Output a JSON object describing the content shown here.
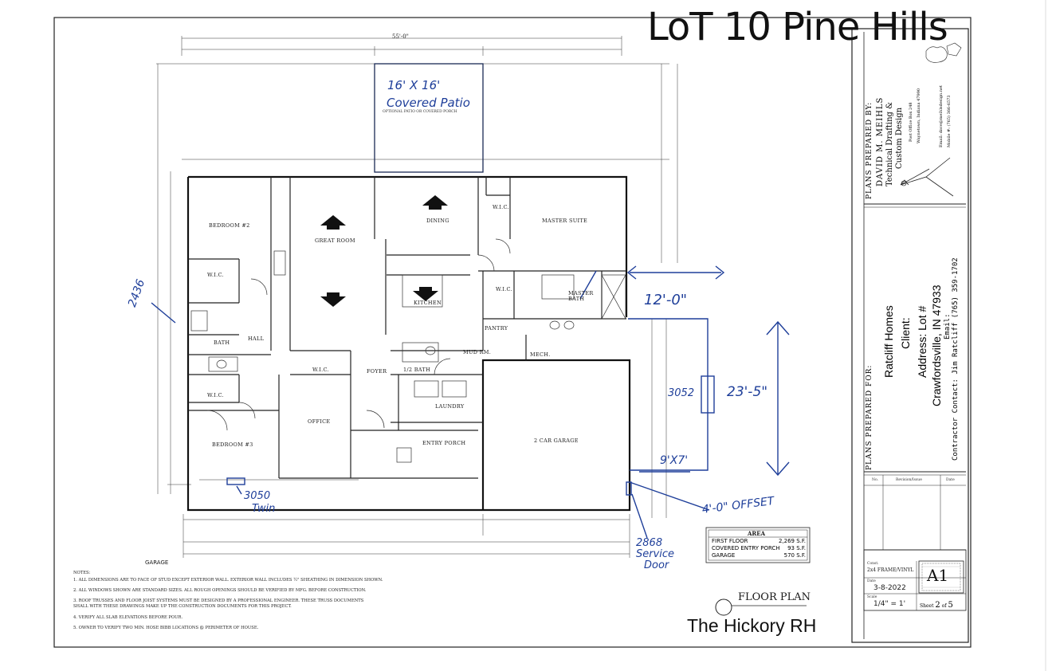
{
  "handwritten": {
    "lot_title": "LoT 10 Pine Hills",
    "patio_note_line1": "16' X 16'",
    "patio_note_line2": "Covered Patio",
    "window_left": "2436",
    "offset_width": "12'-0\"",
    "offset_depth": "23'-5\"",
    "window_side": "3052",
    "bump_width": "9'X7'",
    "offset_note": "4'-0\" OFFSET",
    "window_bottom_line1": "3050",
    "window_bottom_line2": "Twin",
    "door_line1": "2868",
    "door_line2": "Service",
    "door_line3": "Door"
  },
  "plan": {
    "overall_dim": "55'-0\"",
    "rooms": {
      "bedroom2": "BEDROOM #2",
      "great_room": "GREAT ROOM",
      "dining": "DINING",
      "master_suite": "MASTER SUITE",
      "wic_left": "W.I.C.",
      "wic_mid": "W.I.C.",
      "wic_hall": "W.I.C.",
      "wic_master": "W.I.C.",
      "wic_right": "W.I.C.",
      "kitchen": "KITCHEN",
      "bath": "BATH",
      "hall": "HALL",
      "master_bath": "MASTER BATH",
      "pantry": "PANTRY",
      "mud_rm": "MUD RM.",
      "mech": "MECH.",
      "foyer": "FOYER",
      "half_bath": "1/2 BATH",
      "laundry": "LAUNDRY",
      "office": "OFFICE",
      "bedroom3": "BEDROOM #3",
      "entry_porch": "ENTRY PORCH",
      "garage": "2 CAR GARAGE",
      "patio": "OPTIONAL PATIO OR COVERED PORCH"
    },
    "garage_label": "GARAGE",
    "plan_title": "FLOOR PLAN",
    "model_name": "The Hickory RH"
  },
  "area_table": {
    "title": "AREA",
    "rows": [
      {
        "label": "FIRST FLOOR",
        "value": "2,269 S.F."
      },
      {
        "label": "COVERED ENTRY PORCH",
        "value": "93 S.F."
      },
      {
        "label": "GARAGE",
        "value": "570 S.F."
      }
    ]
  },
  "notes": {
    "heading": "NOTES:",
    "items": [
      "1.  ALL DIMENSIONS ARE TO FACE OF STUD EXCEPT EXTERIOR WALL.  EXTERIOR WALL INCLUDES ½\" SHEATHING IN DIMENSION SHOWN.",
      "2.  ALL WINDOWS SHOWN ARE STANDARD SIZES.  ALL ROUGH OPENINGS SHOULD BE VERIFIED BY MFG. BEFORE CONSTRUCTION.",
      "3.  ROOF TRUSSES AND FLOOR JOIST SYSTEMS MUST BE DESIGNED BY A PROFESSIONAL ENGINEER.  THESE TRUSS DOCUMENTS SHALL WITH THESE DRAWINGS MAKE UP THE CONSTRUCTION DOCUMENTS FOR THIS PROJECT.",
      "4.  VERIFY ALL SLAB ELEVATIONS BEFORE POUR.",
      "5.  OWNER TO VERIFY TWO MIN. HOSE BIBB LOCATIONS @ PERIMETER OF HOUSE."
    ]
  },
  "title_block": {
    "prepared_by_label": "PLANS PREPARED BY:",
    "designer_name": "DAVID M. MEIHLS",
    "designer_line2": "Technical Drafting &",
    "designer_line3": "Custom Design",
    "addr_line1": "Post Office Box 248",
    "addr_line2": "Waynetown, Indiana 47990",
    "email_line": "Email: dave@meihlsdesign.net",
    "mobile_line": "Mobile #: (765) 366-6573",
    "prepared_for_label": "PLANS PREPARED FOR:",
    "client_company": "Ratcliff Homes",
    "client_label": "Client:",
    "address_line": "Address: Lot #",
    "city_line": "Crawfordsville, IN  47933",
    "client_email": "Email:",
    "contractor": "Contractor Contact: Jim Ratcliff (765) 359-1702",
    "rev_no": "No.",
    "rev_desc": "Revision/Issue",
    "rev_date": "Date",
    "const_label": "Const.",
    "const_value": "2x4 FRAME/VINYL",
    "date_label": "Date",
    "date_value": "3-8-2022",
    "scale_label": "Scale",
    "scale_value": "1/4\" = 1'",
    "sheet_label": "Sheet",
    "sheet_value": "2",
    "sheet_of": "of",
    "sheet_total": "5",
    "sheet_id": "A1"
  }
}
